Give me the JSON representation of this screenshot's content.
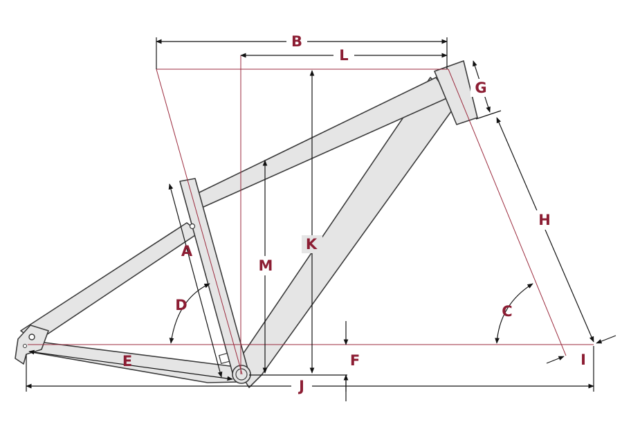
{
  "labels": {
    "A": "A",
    "B": "B",
    "C": "C",
    "D": "D",
    "E": "E",
    "F": "F",
    "G": "G",
    "H": "H",
    "I": "I",
    "J": "J",
    "K": "K",
    "L": "L",
    "M": "M"
  },
  "colors": {
    "label": "#8c1d33",
    "reference_line": "#9b2a3d",
    "frame_fill": "#e5e5e5",
    "frame_outline": "#3a3a3a",
    "dimension_line": "#111111"
  }
}
